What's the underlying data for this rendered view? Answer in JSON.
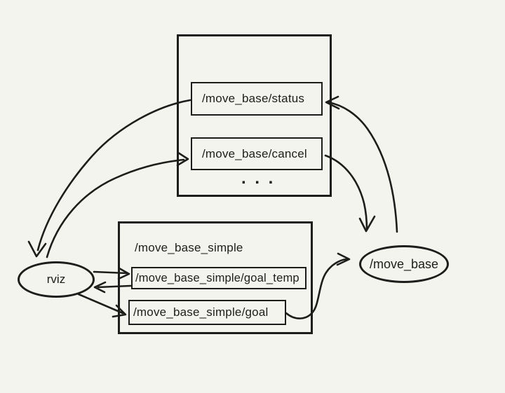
{
  "canvas": {
    "background_color": "#f4f4ef",
    "ink_color": "#1d1d1b"
  },
  "diagram": {
    "move_base_container": {
      "topics": [
        {
          "label": "/move_base/status"
        },
        {
          "label": "/move_base/cancel"
        }
      ],
      "ellipsis": ". . ."
    },
    "move_base_simple_container": {
      "label": "/move_base_simple",
      "topics": [
        {
          "label": "/move_base_simple/goal_temp"
        },
        {
          "label": "/move_base_simple/goal"
        }
      ]
    },
    "nodes": {
      "rviz": {
        "label": "rviz"
      },
      "move_base": {
        "label": "/move_base"
      }
    },
    "edges": [
      {
        "from": "/move_base/status",
        "to": "rviz"
      },
      {
        "from": "rviz",
        "to": "/move_base/cancel"
      },
      {
        "from": "/move_base",
        "to": "/move_base/status"
      },
      {
        "from": "/move_base/cancel",
        "to": "/move_base"
      },
      {
        "from": "rviz",
        "to": "/move_base_simple/goal_temp"
      },
      {
        "from": "/move_base_simple/goal_temp",
        "to": "rviz"
      },
      {
        "from": "rviz",
        "to": "/move_base_simple/goal"
      },
      {
        "from": "/move_base_simple/goal",
        "to": "/move_base"
      }
    ]
  }
}
